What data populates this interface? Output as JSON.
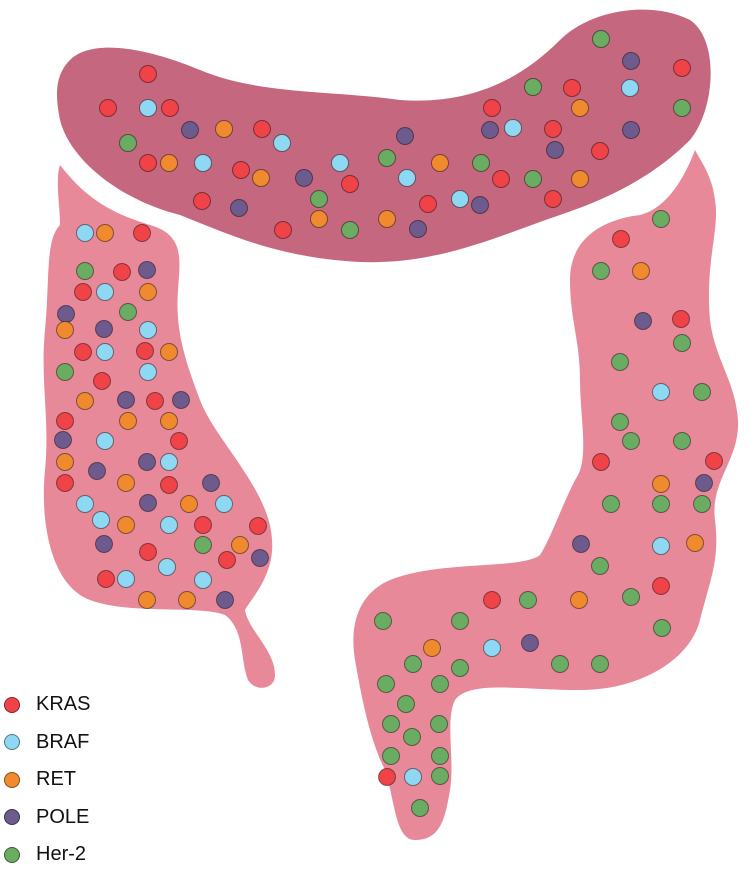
{
  "colors": {
    "transverse_colon": "#c5677f",
    "ascending_colon": "#e8899a",
    "descending_colon": "#e8899a"
  },
  "legend": [
    {
      "key": "k",
      "label": "KRAS",
      "color": "#f04348"
    },
    {
      "key": "b",
      "label": "BRAF",
      "color": "#8fd8f3"
    },
    {
      "key": "r",
      "label": "RET",
      "color": "#f08a2e"
    },
    {
      "key": "p",
      "label": "POLE",
      "color": "#6e5b8e"
    },
    {
      "key": "h",
      "label": "Her-2",
      "color": "#6aac62"
    }
  ]
}
